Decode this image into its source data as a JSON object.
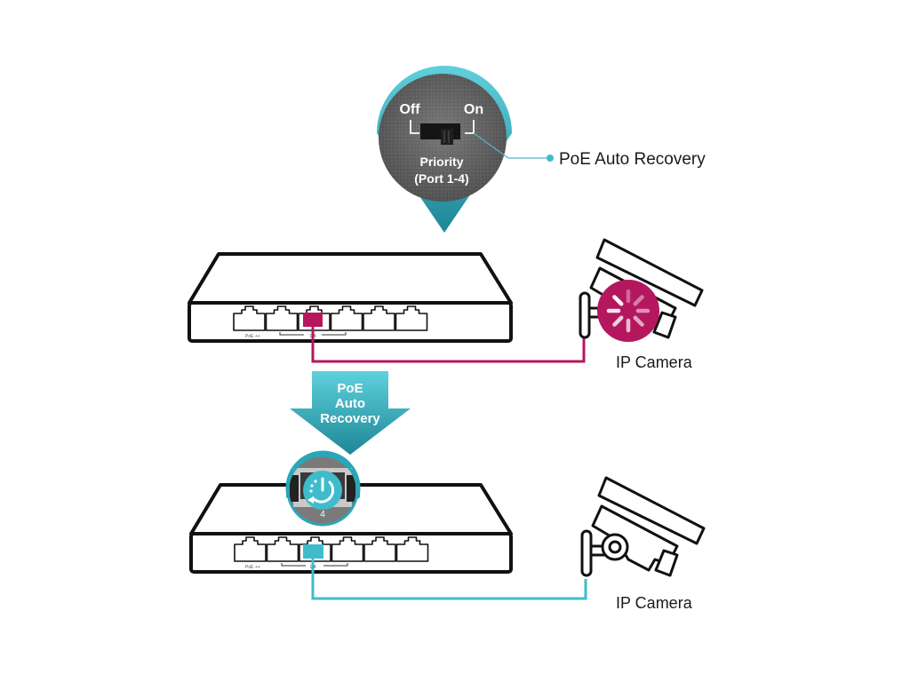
{
  "colors": {
    "teal": "#3fbccc",
    "teal_dark": "#1f8e9e",
    "magenta": "#b5175f",
    "switch_stroke": "#111111",
    "badge_gray": "#6b6b6b"
  },
  "callout": {
    "off_label": "Off",
    "on_label": "On",
    "priority_label": "Priority",
    "port_range_label": "(Port 1-4)",
    "feature_label": "PoE Auto Recovery"
  },
  "before": {
    "switch_port_count": 6,
    "highlighted_port": 3,
    "port_label_left": "PoE ++",
    "port_group_label": "1-4",
    "camera_label": "IP Camera",
    "camera_status": "loading-spinner"
  },
  "arrow": {
    "line1": "PoE",
    "line2": "Auto",
    "line3": "Recovery"
  },
  "after": {
    "switch_port_count": 6,
    "highlighted_port": 3,
    "port_label_left": "PoE ++",
    "port_group_label": "1-4",
    "badge_port_number": "4",
    "badge_icon": "power-restart-icon",
    "camera_label": "IP Camera"
  }
}
